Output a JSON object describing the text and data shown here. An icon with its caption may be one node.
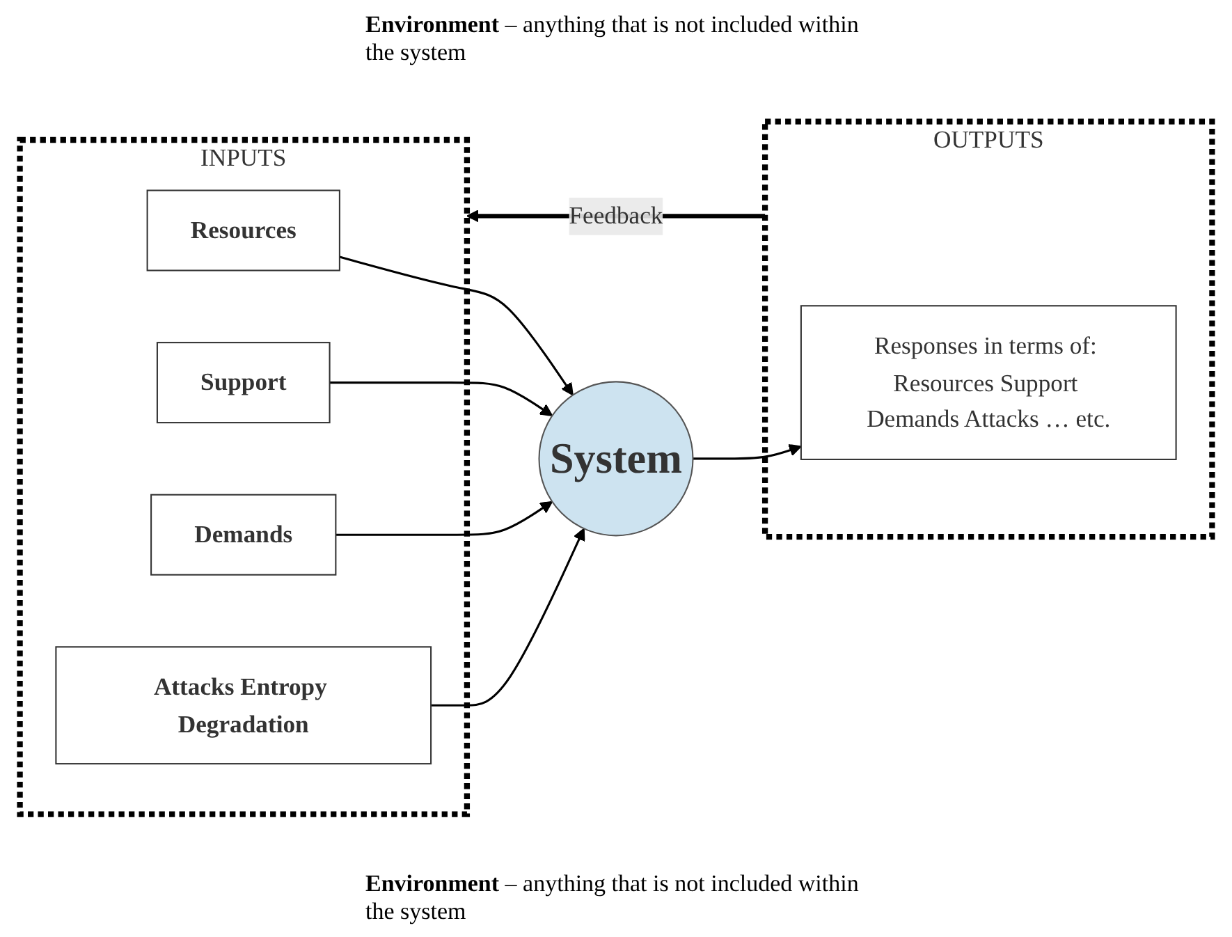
{
  "diagram": {
    "nodes": [
      {
        "text": [
          "INPUTS"
        ]
      },
      {
        "text": [
          "Resources"
        ],
        "in": 0
      },
      {
        "text": [
          "Support"
        ],
        "in": 0
      },
      {
        "text": [
          "Demands"
        ],
        "in": 0
      },
      {
        "text": [
          "Attacks Entropy Degradation"
        ],
        "in": 0
      },
      {
        "text": [
          "System"
        ]
      },
      {
        "text": [
          "OUTPUTS"
        ]
      },
      {
        "text": [
          "Responses in terms of: Resources Support Demands Attacks … etc."
        ],
        "in": 6
      }
    ],
    "edges": [
      {
        "from": 1,
        "to": 5,
        "arrow": "to"
      },
      {
        "from": 2,
        "to": 5,
        "arrow": "to"
      },
      {
        "from": 3,
        "to": 5,
        "arrow": "to"
      },
      {
        "from": 4,
        "to": 5,
        "arrow": "to"
      },
      {
        "from": 5,
        "to": 7,
        "arrow": "to"
      },
      {
        "from": 6,
        "to": 0,
        "label": "Feedback",
        "arrow": "to",
        "style": "thick"
      }
    ],
    "labels": [
      "**Environment** – anything that is not included within the system",
      "**Environment** – anything that is not included within the system"
    ]
  }
}
